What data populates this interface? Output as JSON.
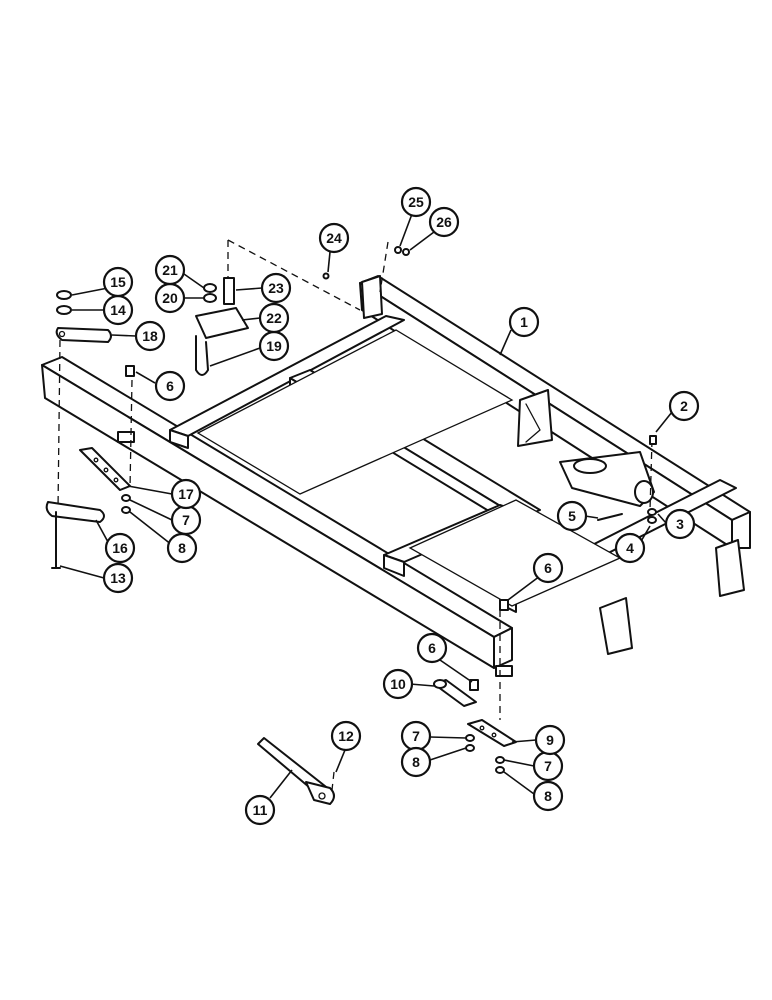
{
  "callouts": [
    {
      "id": "c1",
      "label": "1"
    },
    {
      "id": "c2",
      "label": "2"
    },
    {
      "id": "c3",
      "label": "3"
    },
    {
      "id": "c4",
      "label": "4"
    },
    {
      "id": "c5",
      "label": "5"
    },
    {
      "id": "c6a",
      "label": "6"
    },
    {
      "id": "c6b",
      "label": "6"
    },
    {
      "id": "c6c",
      "label": "6"
    },
    {
      "id": "c7a",
      "label": "7"
    },
    {
      "id": "c7b",
      "label": "7"
    },
    {
      "id": "c7c",
      "label": "7"
    },
    {
      "id": "c8a",
      "label": "8"
    },
    {
      "id": "c8b",
      "label": "8"
    },
    {
      "id": "c8c",
      "label": "8"
    },
    {
      "id": "c9",
      "label": "9"
    },
    {
      "id": "c10",
      "label": "10"
    },
    {
      "id": "c11",
      "label": "11"
    },
    {
      "id": "c12",
      "label": "12"
    },
    {
      "id": "c13",
      "label": "13"
    },
    {
      "id": "c14",
      "label": "14"
    },
    {
      "id": "c15",
      "label": "15"
    },
    {
      "id": "c16",
      "label": "16"
    },
    {
      "id": "c17",
      "label": "17"
    },
    {
      "id": "c18",
      "label": "18"
    },
    {
      "id": "c19",
      "label": "19"
    },
    {
      "id": "c20",
      "label": "20"
    },
    {
      "id": "c21",
      "label": "21"
    },
    {
      "id": "c22",
      "label": "22"
    },
    {
      "id": "c23",
      "label": "23"
    },
    {
      "id": "c24",
      "label": "24"
    },
    {
      "id": "c25",
      "label": "25"
    },
    {
      "id": "c26",
      "label": "26"
    }
  ]
}
